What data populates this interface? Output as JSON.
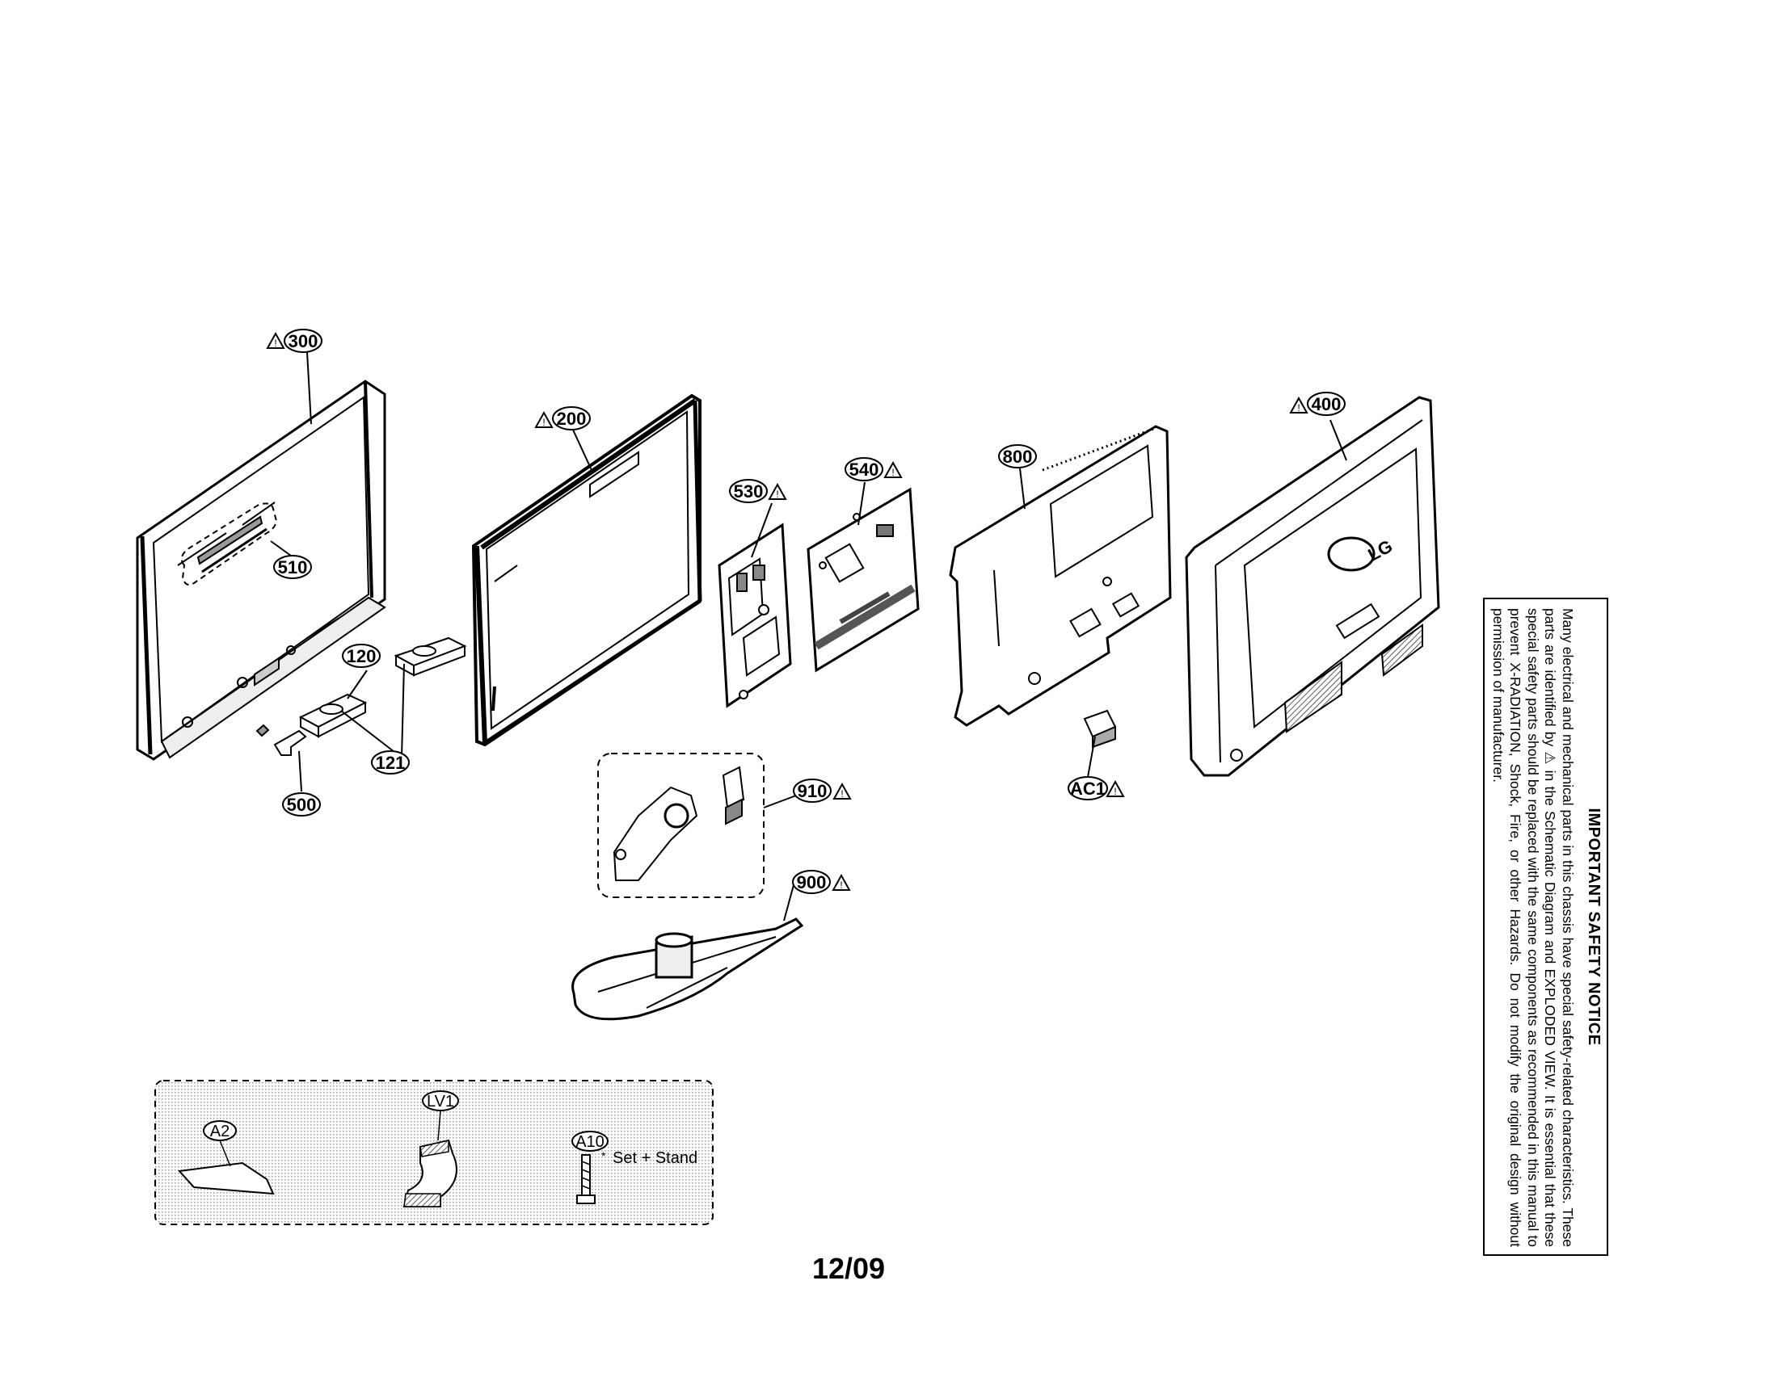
{
  "callouts": {
    "c300": "300",
    "c200": "200",
    "c400": "400",
    "c530": "530",
    "c540": "540",
    "c800": "800",
    "c510": "510",
    "c120": "120",
    "c121": "121",
    "c500": "500",
    "c910": "910",
    "c900": "900",
    "cac1": "AC1"
  },
  "accessories": {
    "a2": "A2",
    "lv1": "LV1",
    "a10": "A10",
    "a10_note": "Set + Stand"
  },
  "logo_text": "LG",
  "page_number": "12/09",
  "safety_notice": {
    "title": "IMPORTANT SAFETY NOTICE",
    "body": "Many electrical and mechanical parts in this chassis have special safety-related characteristics. These parts are identified by ⚠ in the Schematic Diagram and EXPLODED VIEW. It is essential that these special safety parts should be replaced with the same components as recommended in this manual to prevent X-RADIATION, Shock, Fire, or other Hazards. Do not modify the original design without permission of manufacturer."
  }
}
